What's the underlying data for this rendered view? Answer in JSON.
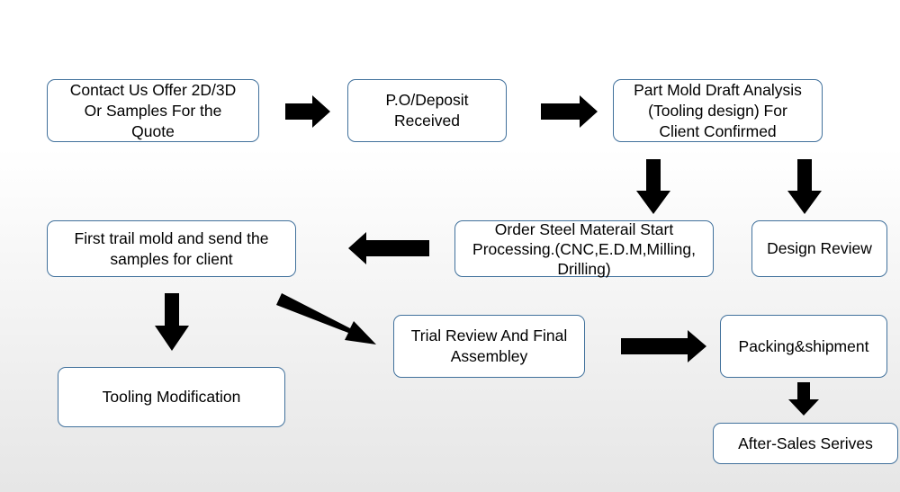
{
  "steps": {
    "contact": "Contact  Us Offer 2D/3D\nOr Samples For the\nQuote",
    "po_deposit": "P.O/Deposit\nReceived",
    "draft_analysis": "Part Mold Draft Analysis\n(Tooling design) For\nClient Confirmed",
    "steel_order": "Order Steel Materail Start\nProcessing.(CNC,E.D.M,Milling,\nDrilling)",
    "design_review": "Design Review",
    "first_trial": "First trail mold and send the\nsamples for client",
    "tooling_mod": "Tooling Modification",
    "trial_review": "Trial Review And Final\nAssembley",
    "packing": "Packing&shipment",
    "after_sales": "After-Sales Serives"
  },
  "colors": {
    "box_border": "#41719c",
    "arrow": "#000000"
  }
}
